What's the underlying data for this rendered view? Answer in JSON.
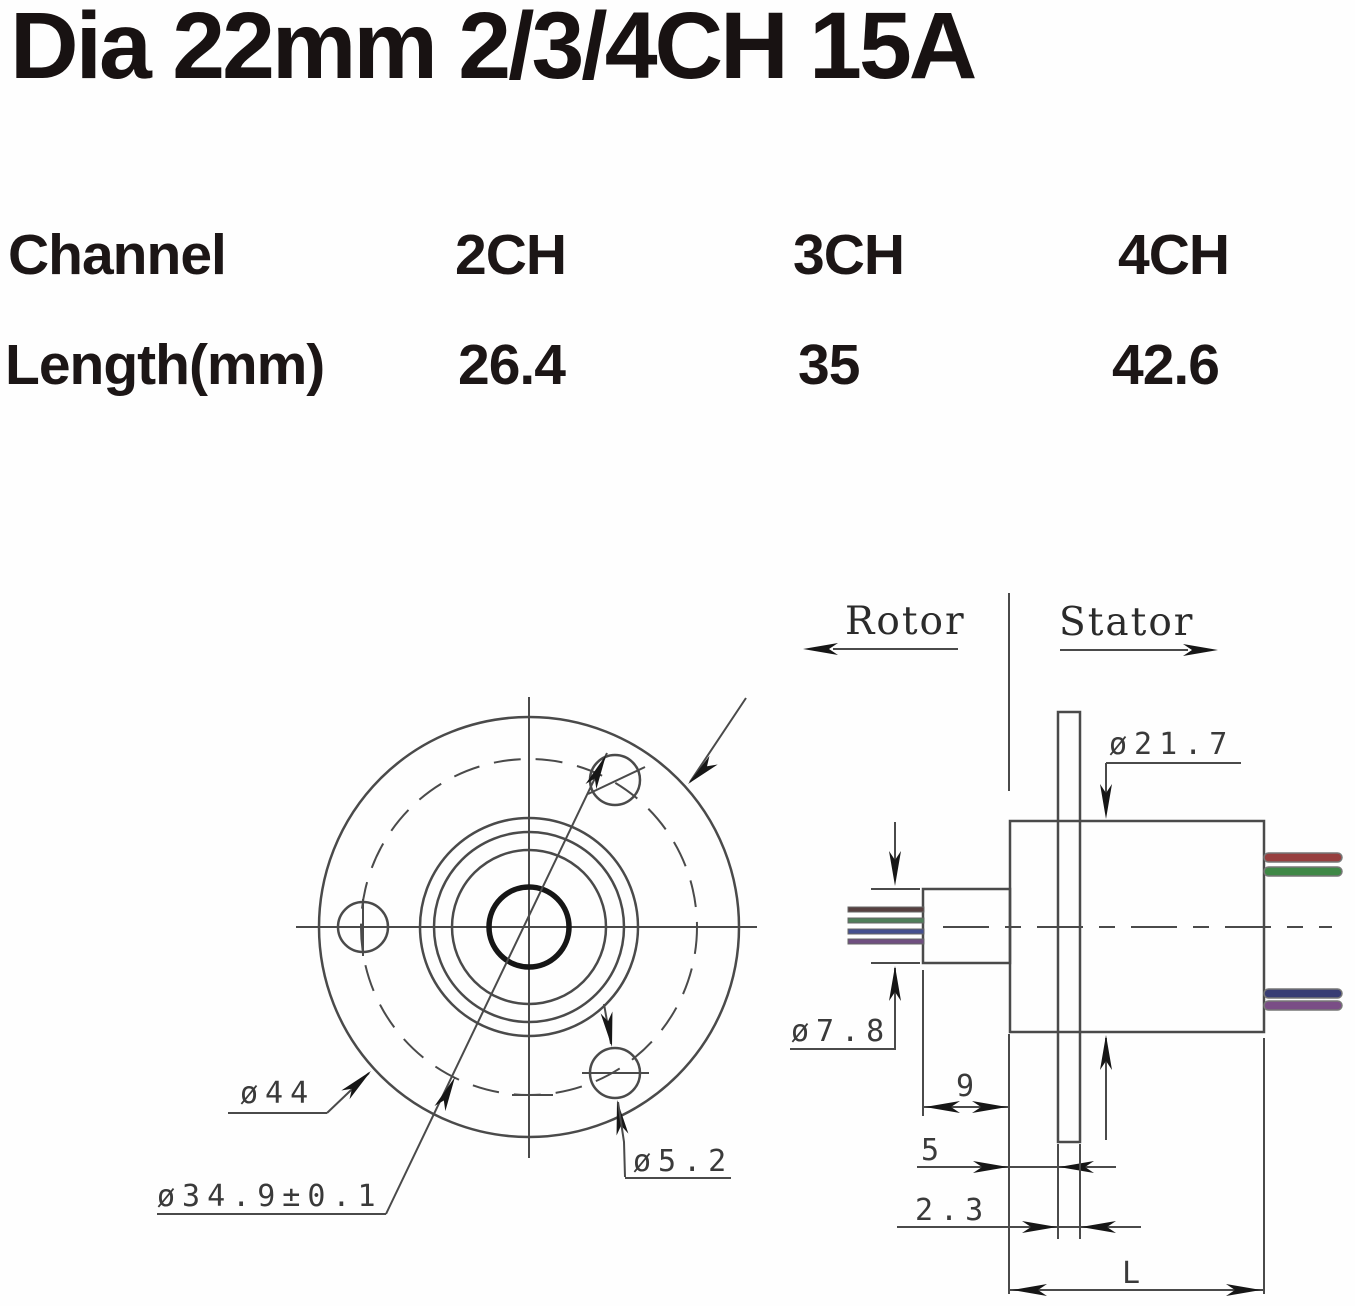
{
  "title": "Dia 22mm 2/3/4CH 15A",
  "spec_table": {
    "rows": [
      {
        "label": "Channel",
        "values": [
          "2CH",
          "3CH",
          "4CH"
        ]
      },
      {
        "label": "Length(mm)",
        "values": [
          "26.4",
          "35",
          "42.6"
        ]
      }
    ]
  },
  "drawing": {
    "rotor_label": "Rotor",
    "stator_label": "Stator",
    "dim_flange_od": "ø44",
    "dim_bolt_circle": "ø34.9±0.1",
    "dim_bolt_hole": "ø5.2",
    "dim_body_od": "ø21.7",
    "dim_shaft_od": "ø7.8",
    "dim_shaft_length": "9",
    "dim_flange_offset": "5",
    "dim_flange_thickness": "2.3",
    "dim_total_length": "L",
    "colors": {
      "line": "#4a4a4a",
      "left_wire_1": "#564040",
      "left_wire_2": "#4f7f5a",
      "left_wire_3": "#45508f",
      "left_wire_4": "#6f4f80",
      "right_wire_red": "#973f3f",
      "right_wire_green": "#3f8846",
      "right_wire_blue": "#383c74",
      "right_wire_purple": "#7a4d86"
    }
  }
}
